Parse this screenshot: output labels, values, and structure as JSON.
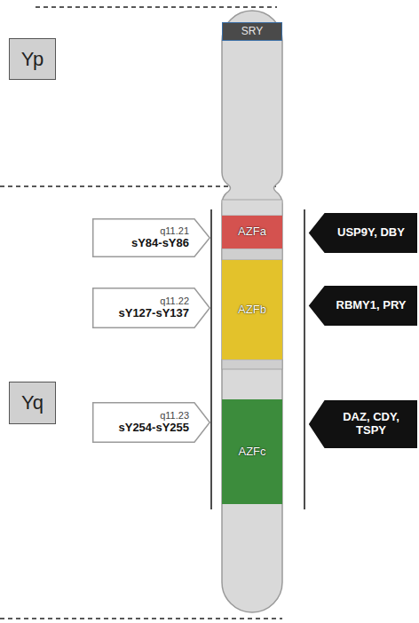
{
  "diagram": {
    "nodes": [
      {
        "text": [
          "Yp"
        ]
      },
      {
        "text": [
          "SRY"
        ]
      },
      {
        "text": [
          "Yq"
        ]
      },
      {
        "text": [
          "q11.21",
          "sY84-sY86"
        ]
      },
      {
        "text": [
          "AZFa"
        ]
      },
      {
        "text": [
          "USP9Y, DBY"
        ]
      },
      {
        "text": [
          "q11.22",
          "sY127-sY137"
        ]
      },
      {
        "text": [
          "AZFb"
        ]
      },
      {
        "text": [
          "RBMY1, PRY"
        ]
      },
      {
        "text": [
          "q11.23",
          "sY254-sY255"
        ]
      },
      {
        "text": [
          "AZFc"
        ]
      },
      {
        "text": [
          "DAZ, CDY, TSPY"
        ]
      }
    ]
  }
}
